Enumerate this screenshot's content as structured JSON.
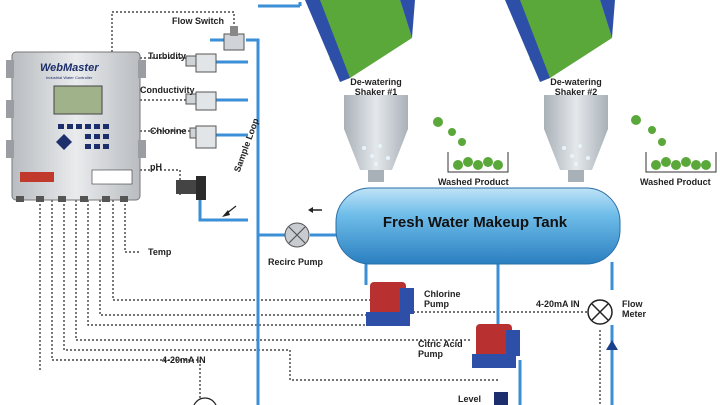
{
  "controller": {
    "brand": "WebMaster",
    "subtitle": "Industrial Water Controller"
  },
  "labels": {
    "flow_switch": "Flow Switch",
    "turbidity": "Turbidity",
    "conductivity": "Conductivity",
    "chlorine": "Chlorine",
    "ph": "pH",
    "temp": "Temp",
    "sample_loop": "Sample Loop",
    "recirc_pump": "Recirc Pump",
    "tank": "Fresh Water Makeup Tank",
    "shaker1": "De-watering\nShaker #1",
    "shaker2": "De-watering\nShaker #2",
    "washed1": "Washed Product",
    "washed2": "Washed Product",
    "chlorine_pump": "Chlorine\nPump",
    "citric_pump": "Citric Acid\nPump",
    "signal1": "4-20mA IN",
    "signal2": "4-20mA IN",
    "flow_meter": "Flow\nMeter",
    "level": "Level"
  },
  "colors": {
    "pipe": "#3a8fd6",
    "tank": "#4aa8df",
    "hopper": "#c9cfd4",
    "product": "#5aa83a",
    "pump_body": "#b83030",
    "pump_head": "#2d4fa8",
    "controller": "#d8dadc"
  }
}
